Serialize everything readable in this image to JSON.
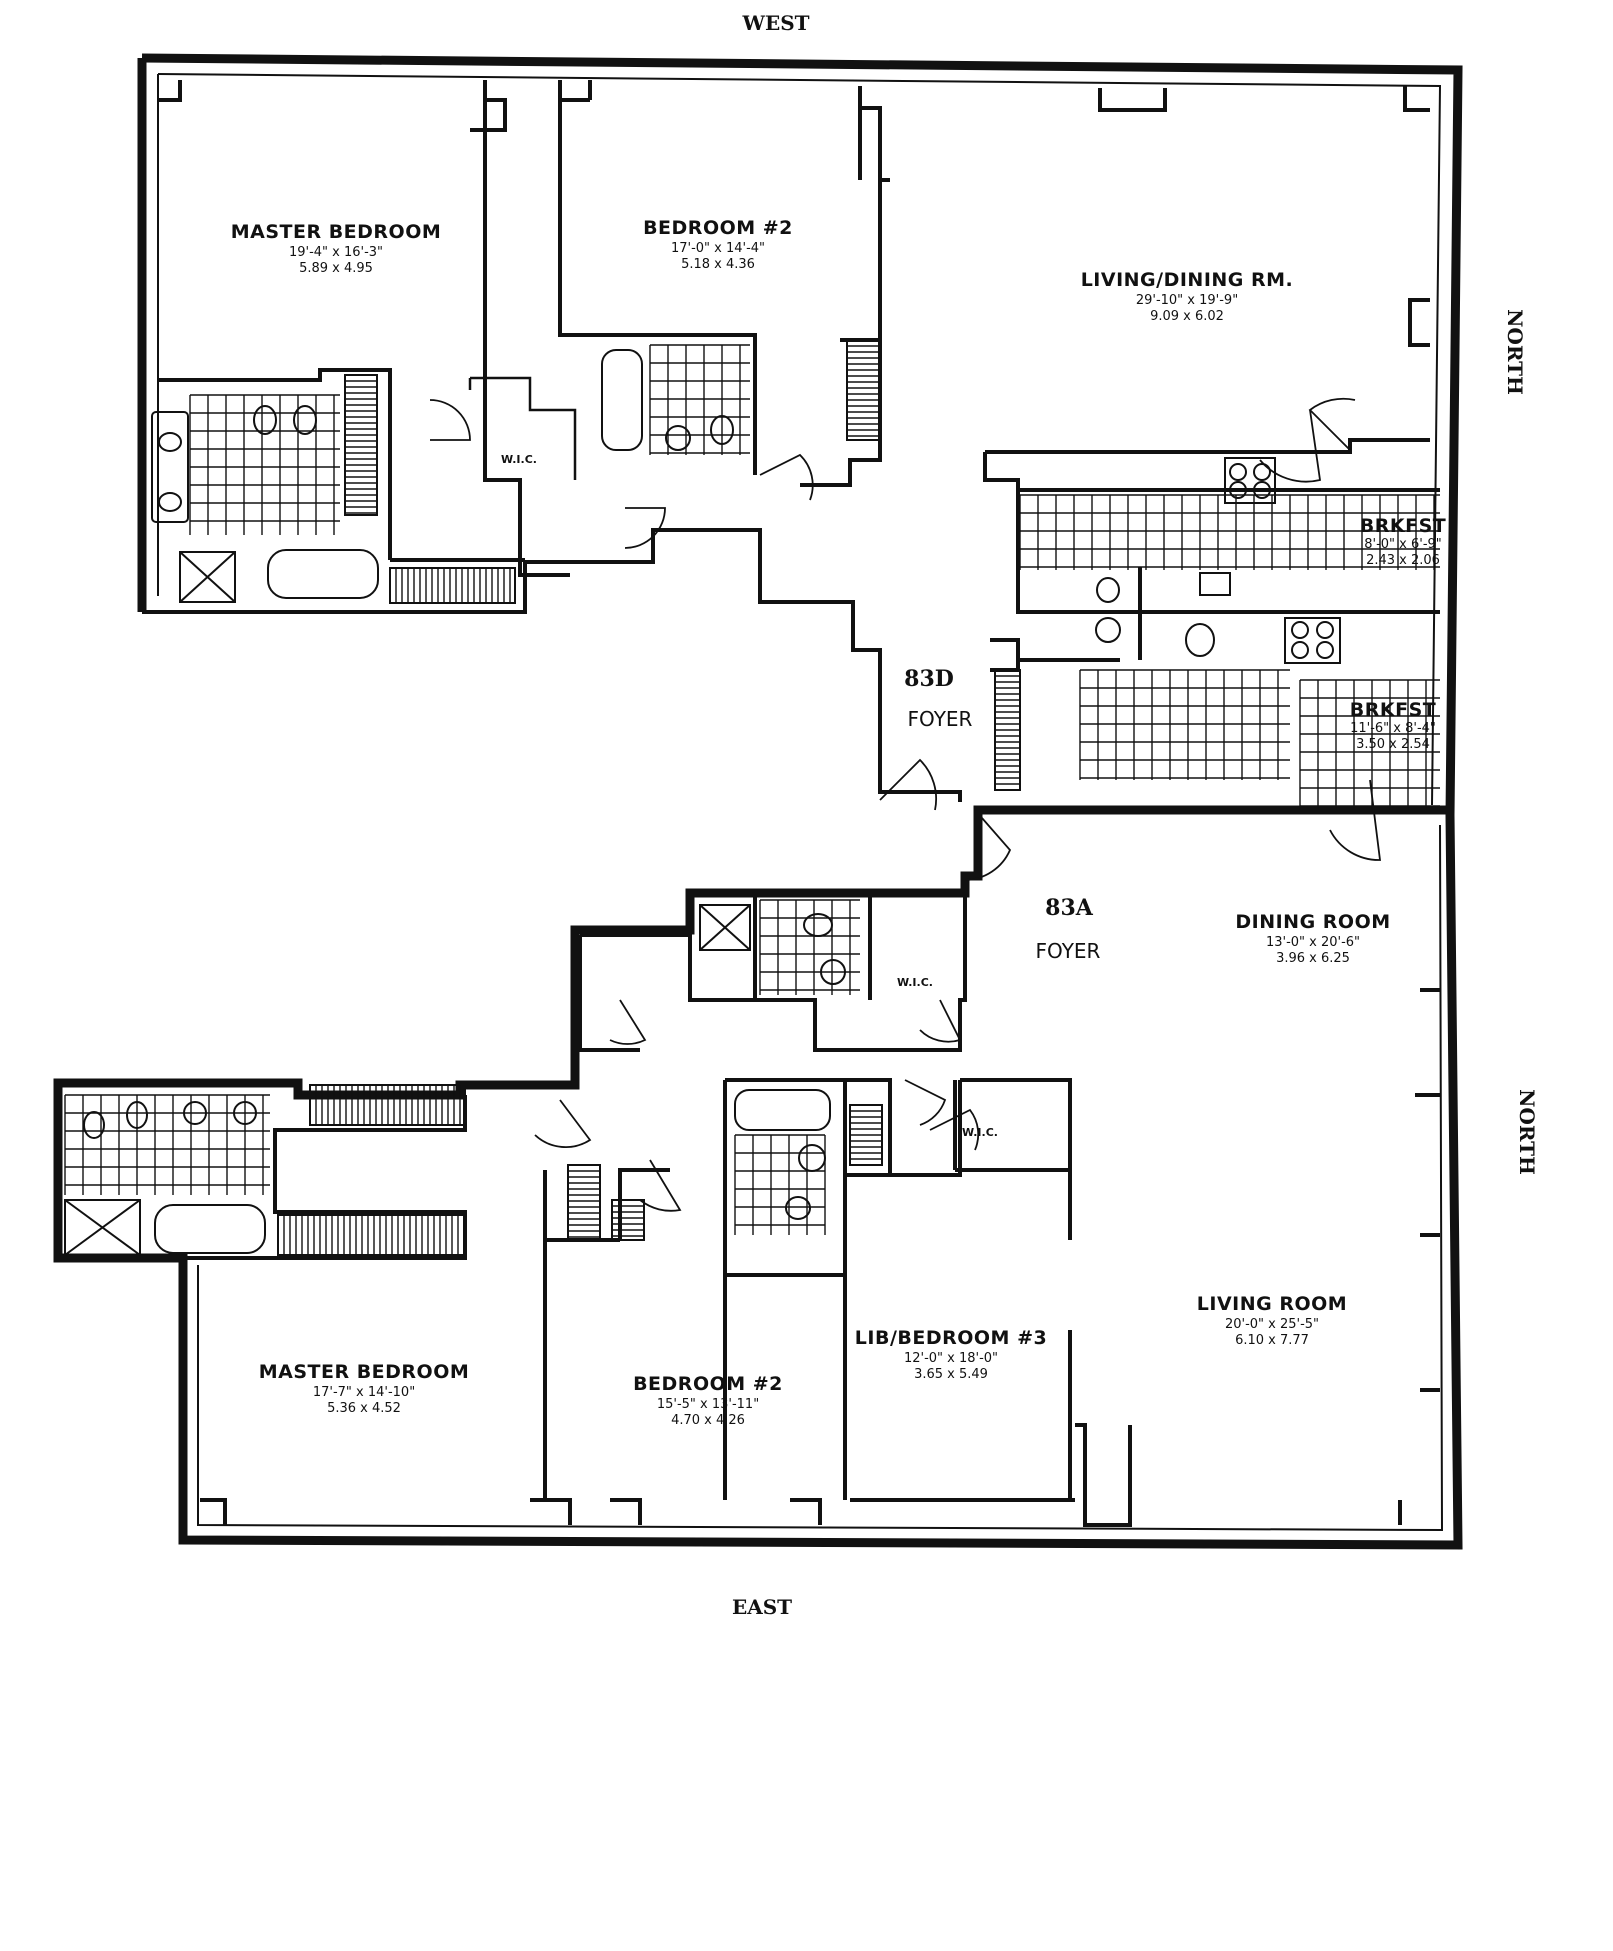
{
  "compass": {
    "top": "WEST",
    "bottom": "EAST",
    "right_upper": "NORTH",
    "right_lower": "NORTH"
  },
  "unit_83d": {
    "label": "83D",
    "foyer": "FOYER",
    "master_bedroom": {
      "name": "MASTER BEDROOM",
      "dim_imperial": "19'-4\" x 16'-3\"",
      "dim_metric": "5.89 x 4.95"
    },
    "bedroom_2": {
      "name": "BEDROOM #2",
      "dim_imperial": "17'-0\" x 14'-4\"",
      "dim_metric": "5.18 x 4.36"
    },
    "living_dining": {
      "name": "LIVING/DINING RM.",
      "dim_imperial": "29'-10\" x 19'-9\"",
      "dim_metric": "9.09 x 6.02"
    },
    "brkfst": {
      "name": "BRKFST",
      "dim_imperial": "8'-0\" x 6'-9\"",
      "dim_metric": "2.43 x 2.06"
    },
    "wic": "W.I.C."
  },
  "unit_83a": {
    "label": "83A",
    "foyer": "FOYER",
    "brkfst": {
      "name": "BRKFST",
      "dim_imperial": "11'-6\" x 8'-4\"",
      "dim_metric": "3.50 x 2.54"
    },
    "dining_room": {
      "name": "DINING ROOM",
      "dim_imperial": "13'-0\" x 20'-6\"",
      "dim_metric": "3.96 x 6.25"
    },
    "living_room": {
      "name": "LIVING ROOM",
      "dim_imperial": "20'-0\" x 25'-5\"",
      "dim_metric": "6.10 x 7.77"
    },
    "lib_bedroom_3": {
      "name": "LIB/BEDROOM #3",
      "dim_imperial": "12'-0\" x 18'-0\"",
      "dim_metric": "3.65 x 5.49"
    },
    "bedroom_2": {
      "name": "BEDROOM #2",
      "dim_imperial": "15'-5\" x 13'-11\"",
      "dim_metric": "4.70 x 4.26"
    },
    "master_bedroom": {
      "name": "MASTER BEDROOM",
      "dim_imperial": "17'-7\" x 14'-10\"",
      "dim_metric": "5.36 x 4.52"
    },
    "wic_1": "W.I.C.",
    "wic_2": "W.I.C."
  }
}
